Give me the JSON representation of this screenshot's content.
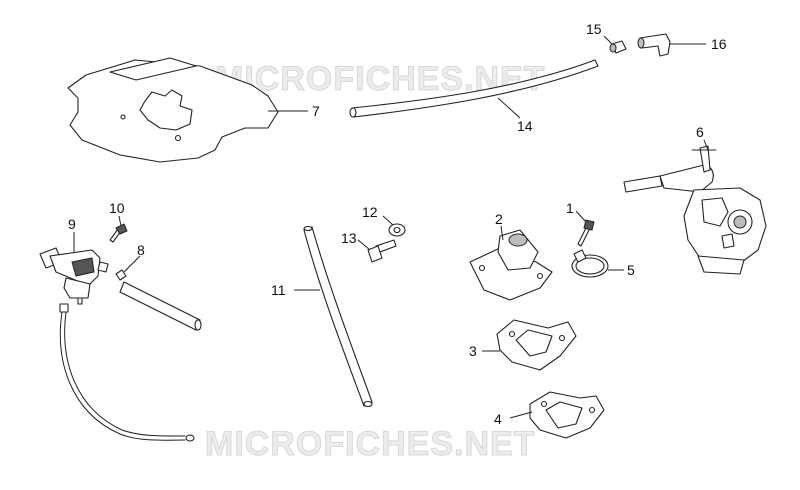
{
  "watermark": {
    "top": "MICROFICHES.NET",
    "bottom": "MICROFICHES.NET"
  },
  "callouts": {
    "c1": "1",
    "c2": "2",
    "c3": "3",
    "c4": "4",
    "c5": "5",
    "c6": "6",
    "c7": "7",
    "c8": "8",
    "c9": "9",
    "c10": "10",
    "c11": "11",
    "c12": "12",
    "c13": "13",
    "c14": "14",
    "c15": "15",
    "c16": "16"
  }
}
